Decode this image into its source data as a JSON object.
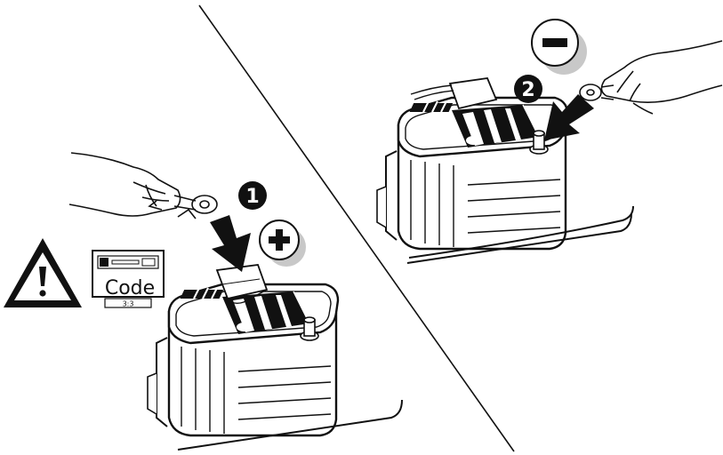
{
  "steps": {
    "step1": {
      "number": "1",
      "polarity_icon": "plus-icon",
      "terminal": "positive"
    },
    "step2": {
      "number": "2",
      "polarity_icon": "minus-icon",
      "terminal": "negative"
    }
  },
  "warning": {
    "icon": "warning-triangle-icon",
    "code_label": "Code",
    "code_value": "3:3"
  },
  "colors": {
    "line": "#111111",
    "badge": "#111111",
    "shadow": "#c8c8c8"
  }
}
